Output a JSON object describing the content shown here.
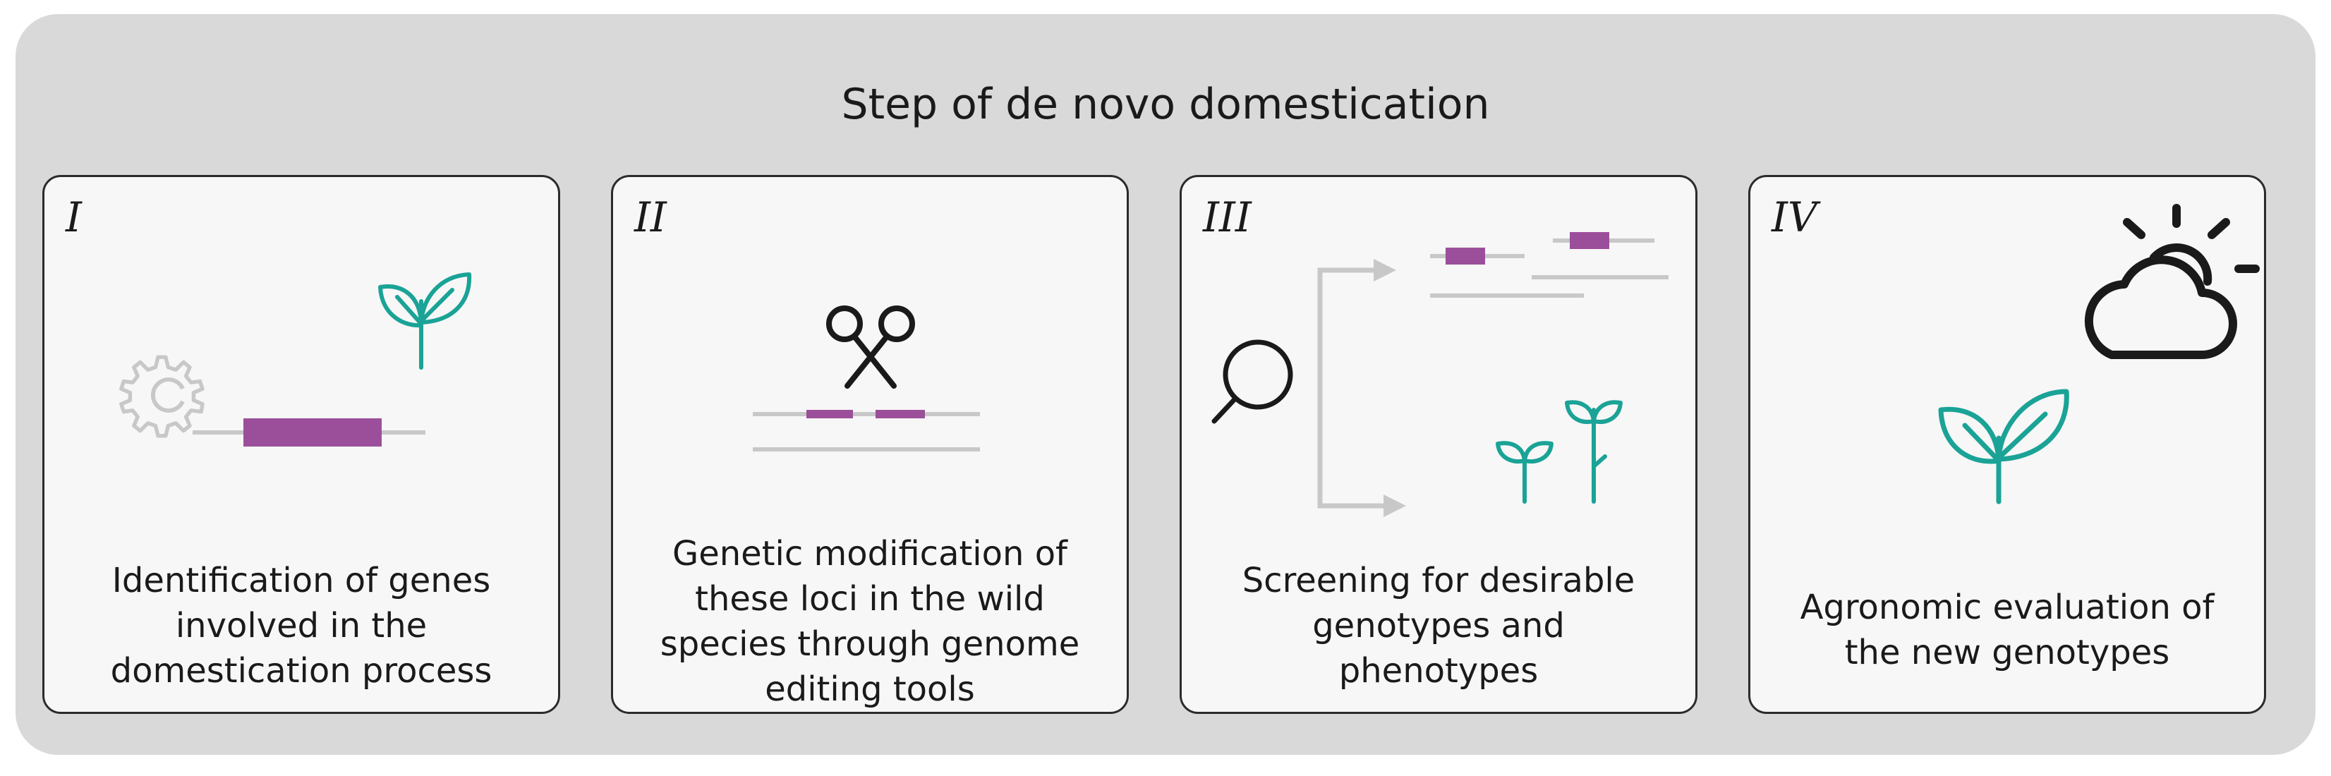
{
  "title": "Step of de novo domestication",
  "steps": [
    {
      "numeral": "I",
      "caption": [
        "Identification of genes",
        "involved in the",
        "domestication process"
      ]
    },
    {
      "numeral": "II",
      "caption": [
        "Genetic modification of",
        "these loci in the wild",
        "species through genome",
        "editing tools"
      ]
    },
    {
      "numeral": "III",
      "caption": [
        "Screening for desirable",
        "genotypes and",
        "phenotypes"
      ]
    },
    {
      "numeral": "IV",
      "caption": [
        "Agronomic evaluation of",
        "the new genotypes"
      ]
    }
  ],
  "colors": {
    "background_panel": "#d9d9d9",
    "card": "#f7f7f7",
    "gene_purple": "#9b4f9a",
    "plant_teal": "#1aa396",
    "line_gray": "#c8c8c8",
    "icon_dark": "#1a1a1a"
  },
  "icons": [
    "gear-icon",
    "gene-segment-icon",
    "sprout-icon",
    "scissors-icon",
    "dna-strand-icon",
    "magnifier-icon",
    "branch-arrow-icon",
    "seedling-icon",
    "cloud-sun-icon",
    "plant-icon"
  ]
}
